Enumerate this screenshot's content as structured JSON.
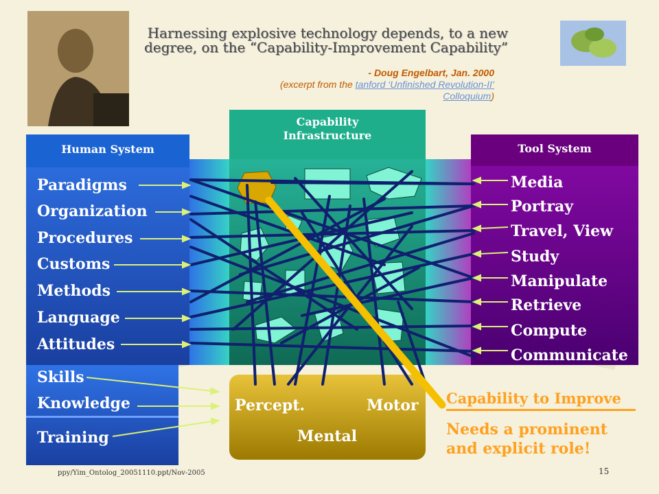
{
  "quote": {
    "line1": "Harnessing explosive technology depends, to a new",
    "line2": "degree, on the “Capability-Improvement Capability”",
    "author": "- Doug Engelbart, Jan. 2000",
    "source_prefix": "(excerpt from the ",
    "source_link_1": "tanford ‘Unfinished Revolution-II’",
    "source_link_2": "Colloquium",
    "source_suffix": ")"
  },
  "human_system": {
    "title": "Human System",
    "items": [
      "Paradigms",
      "Organization",
      "Procedures",
      "Customs",
      "Methods",
      "Language",
      "Attitudes"
    ],
    "lower_items": [
      "Skills",
      "Knowledge",
      "Training"
    ]
  },
  "capability_infrastructure": {
    "title_line1": "Capability",
    "title_line2": "Infrastructure"
  },
  "tool_system": {
    "title": "Tool System",
    "items": [
      "Media",
      "Portray",
      "Travel, View",
      "Study",
      "Manipulate",
      "Retrieve",
      "Compute",
      "Communicate"
    ]
  },
  "human_box": {
    "percept": "Percept.",
    "motor": "Motor",
    "mental": "Mental"
  },
  "callout": {
    "capability": "Capability to Improve",
    "needs_line1": "Needs a prominent",
    "needs_line2": "and explicit role!"
  },
  "footer": {
    "file": "ppy/Yim_Ontolog_20051110.ppt/Nov-2005",
    "page": "15"
  },
  "colors": {
    "human_blue": "#2f73e6",
    "tool_purple": "#7a0098",
    "infra_teal": "#2cc4a8",
    "human_box_gold": "#d4aa20",
    "arrow_yellow": "#f5c000",
    "accent_orange": "#ffa020",
    "network_lines": "#10206e"
  }
}
